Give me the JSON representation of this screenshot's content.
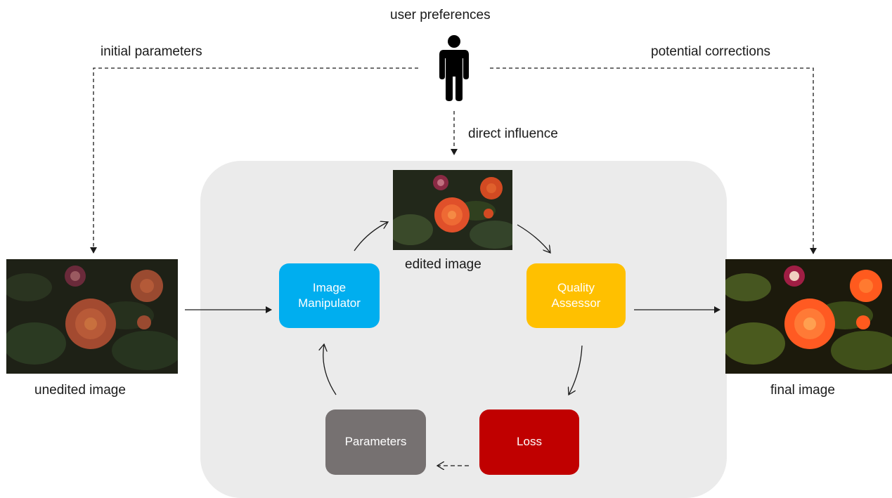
{
  "labels": {
    "user_preferences": "user preferences",
    "initial_parameters": "initial parameters",
    "potential_corrections": "potential corrections",
    "direct_influence": "direct influence",
    "unedited_image": "unedited image",
    "edited_image": "edited image",
    "final_image": "final image"
  },
  "blocks": {
    "image_manipulator": [
      "Image",
      "Manipulator"
    ],
    "quality_assessor": [
      "Quality",
      "Assessor"
    ],
    "parameters": "Parameters",
    "loss": "Loss"
  },
  "colors": {
    "image_manipulator": "#00aeef",
    "quality_assessor": "#ffc000",
    "parameters": "#767171",
    "loss": "#c00000",
    "panel": "#ebebeb",
    "line": "#1a1a1a"
  },
  "icons": {
    "user": "person-icon",
    "images": "flower-photo"
  }
}
